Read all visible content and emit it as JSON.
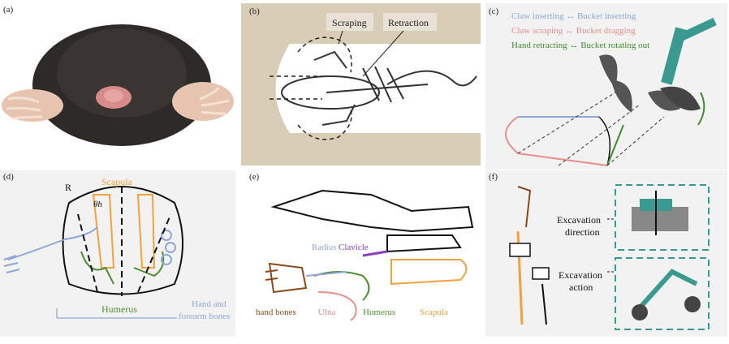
{
  "panels": {
    "a": {
      "label": "(a)"
    },
    "b": {
      "label": "(b)",
      "scraping": "Scraping",
      "retraction": "Retraction"
    },
    "c": {
      "label": "(c)",
      "legend": [
        {
          "text": "Claw inserting ↔ Bucket inserting",
          "color": "#8fa6d6"
        },
        {
          "text": "Claw scraping ↔ Bucket dragging",
          "color": "#e88e8e"
        },
        {
          "text": "Hand retracting ↔ Bucket rotating out",
          "color": "#3f8c2e"
        }
      ]
    },
    "d": {
      "label": "(d)",
      "r": "R",
      "scapula": "Scapula",
      "theta": "θh",
      "humerus": "Humerus",
      "hand_forearm_line1": "Hand and",
      "hand_forearm_line2": "forearm bones"
    },
    "e": {
      "label": "(e)",
      "radius": "Radius",
      "clavicle": "Clavicle",
      "hand_bones": "hand bones",
      "ulna": "Ulna",
      "humerus": "Humerus",
      "scapula": "Scapula"
    },
    "f": {
      "label": "(f)",
      "exc_dir_1": "Excavation",
      "exc_dir_2": "direction",
      "exc_act_1": "Excavation",
      "exc_act_2": "action"
    }
  },
  "colors": {
    "orange": "#f2a23a",
    "green": "#4e8f32",
    "blue": "#8fa6d6",
    "pink": "#e88e8e",
    "brown": "#8a4a1a",
    "purple": "#8a3fc0",
    "teal": "#3a9a92",
    "sand": "#d9cdb5"
  }
}
